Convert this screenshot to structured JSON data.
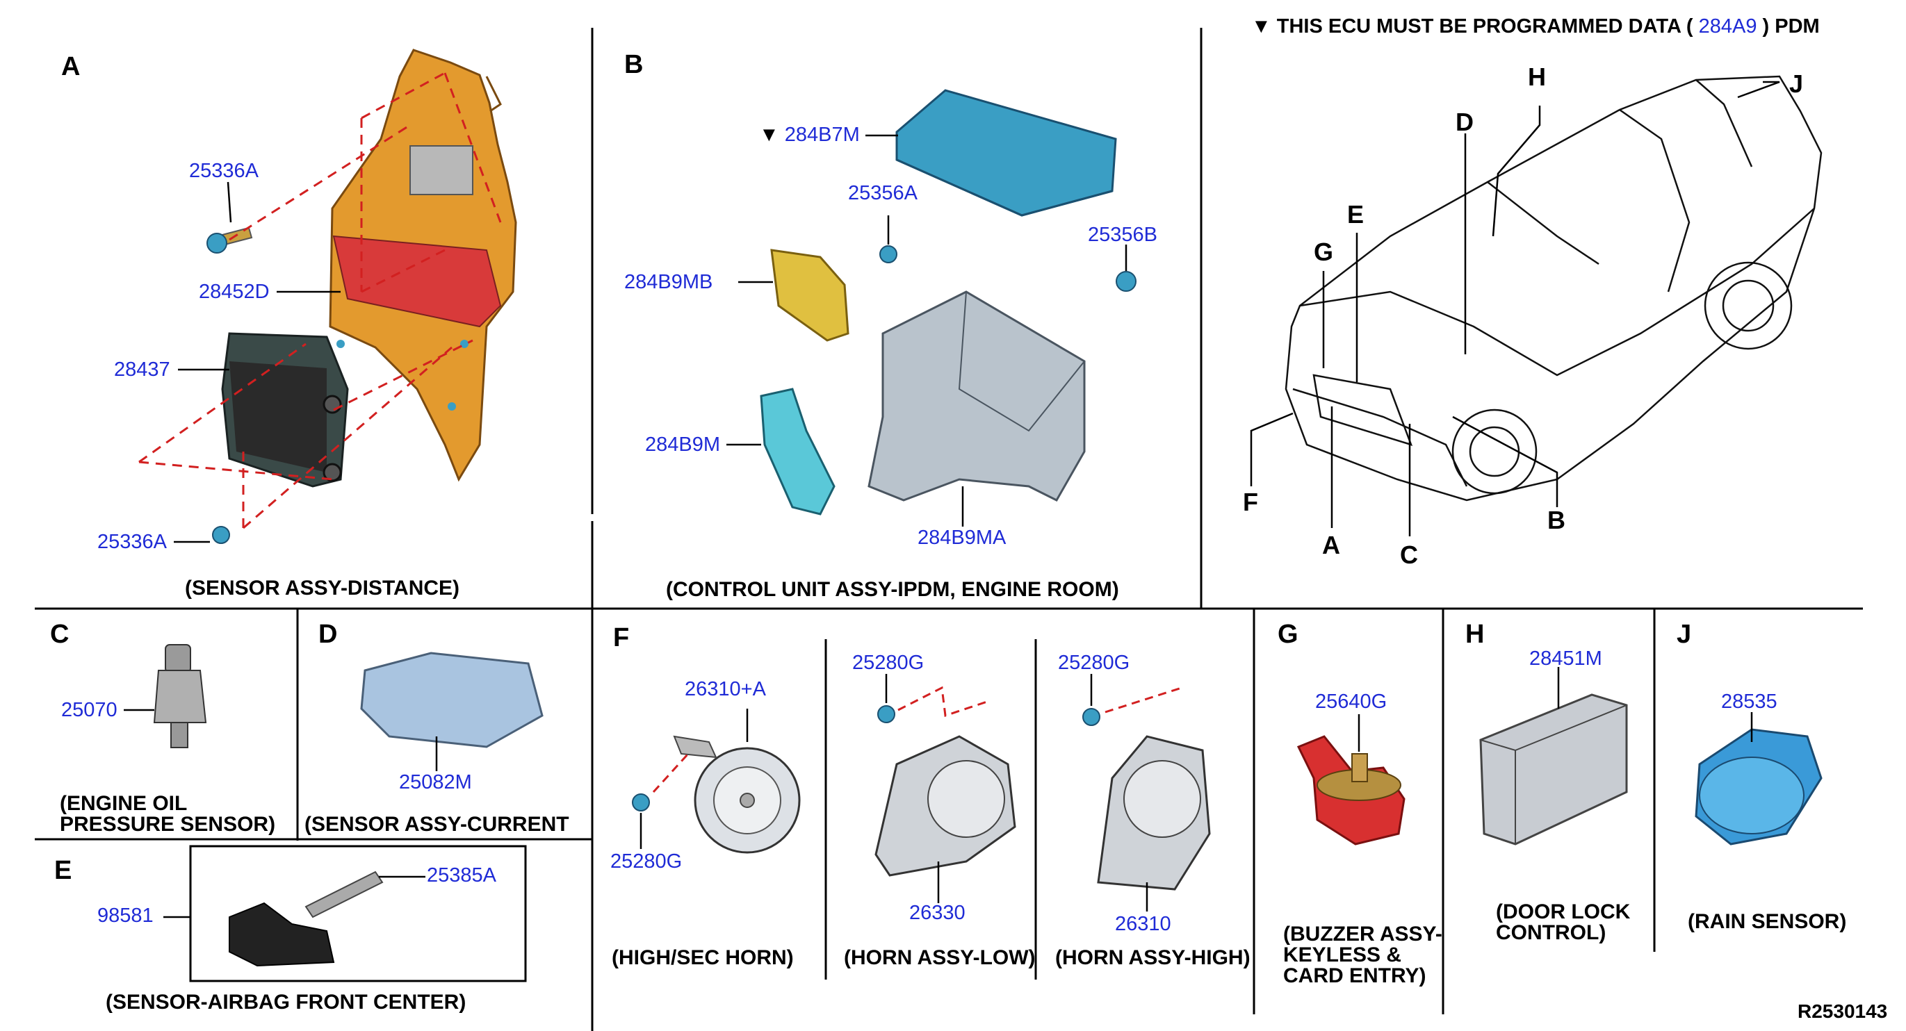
{
  "header": {
    "marker": "▼",
    "text_before": "THIS ECU MUST BE PROGRAMMED DATA (",
    "part": "284A9",
    "text_after": ") PDM"
  },
  "sections": {
    "A": {
      "letter": "A",
      "caption": "(SENSOR ASSY-DISTANCE)",
      "parts": [
        "25336A",
        "28452D",
        "28437",
        "25336A"
      ]
    },
    "B": {
      "letter": "B",
      "caption": "(CONTROL UNIT ASSY-IPDM, ENGINE ROOM)",
      "marker": "▼",
      "parts": [
        "284B7M",
        "25356A",
        "25356B",
        "284B9MB",
        "284B9M",
        "284B9MA"
      ]
    },
    "C": {
      "letter": "C",
      "part": "25070",
      "caption_lines": [
        "(ENGINE OIL",
        "PRESSURE SENSOR)"
      ]
    },
    "D": {
      "letter": "D",
      "part": "25082M",
      "caption": "(SENSOR ASSY-CURRENT"
    },
    "E": {
      "letter": "E",
      "parts": [
        "98581",
        "25385A"
      ],
      "caption": "(SENSOR-AIRBAG FRONT CENTER)"
    },
    "F": {
      "letter": "F",
      "high_sec": {
        "parts": [
          "26310+A",
          "25280G"
        ],
        "caption": "(HIGH/SEC HORN)"
      },
      "low": {
        "parts": [
          "25280G",
          "26330"
        ],
        "caption": "(HORN ASSY-LOW)"
      },
      "high": {
        "parts": [
          "25280G",
          "26310"
        ],
        "caption": "(HORN ASSY-HIGH)"
      }
    },
    "G": {
      "letter": "G",
      "part": "25640G",
      "caption_lines": [
        "(BUZZER ASSY-",
        "KEYLESS &",
        "CARD ENTRY)"
      ]
    },
    "H": {
      "letter": "H",
      "part": "28451M",
      "caption_lines": [
        "(DOOR LOCK",
        "CONTROL)"
      ]
    },
    "J": {
      "letter": "J",
      "part": "28535",
      "caption": "(RAIN SENSOR)"
    }
  },
  "car_labels": [
    "H",
    "J",
    "D",
    "E",
    "G",
    "F",
    "A",
    "C",
    "B"
  ],
  "reference": "R2530143",
  "colors": {
    "part_number": "#1f2bd6",
    "bracket_orange": "#e39a2e",
    "ecu_teal": "#3a9ec4",
    "leader_red": "#d22020",
    "buzzer_red": "#d83030",
    "rain_blue": "#3a9ad8"
  }
}
